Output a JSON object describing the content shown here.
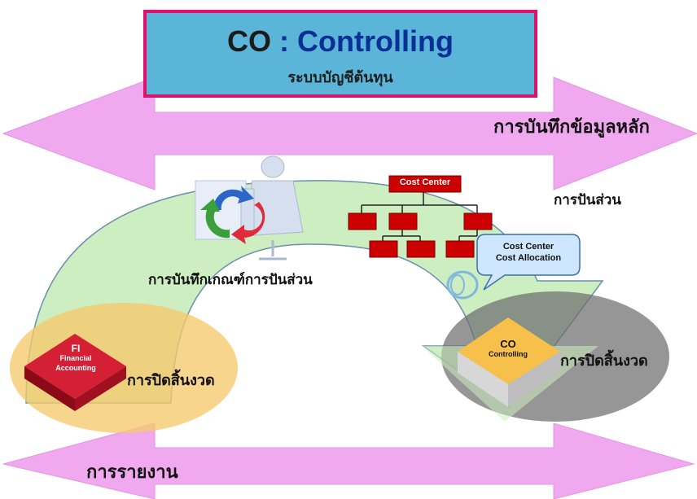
{
  "title": {
    "prefix": "CO",
    "separator": " : ",
    "main": "Controlling",
    "subtitle": "ระบบบัญชีต้นทุน"
  },
  "arrows": {
    "top_label": "การบันทึกข้อมูลหลัก",
    "bottom_label": "การรายงาน"
  },
  "labels": {
    "allocation_label": "การปันส่วน",
    "allocation_rule_label": "การบันทึกเกณฑ์การปันส่วน",
    "fi_closing_label": "การปิดสิ้นงวด",
    "co_closing_label": "การปิดสิ้นงวด"
  },
  "org_chart": {
    "root_label": "Cost Center"
  },
  "callout": {
    "line1": "Cost Center",
    "line2": "Cost Allocation"
  },
  "fi_box": {
    "abbr": "FI",
    "line1": "Financial",
    "line2": "Accounting"
  },
  "co_box": {
    "abbr": "CO",
    "line1": "Controlling"
  },
  "colors": {
    "title_bg": "#5bb5d9",
    "title_border": "#e0116d",
    "arrow_fill": "#f0a8ef",
    "arc_fill": "#cdeec0",
    "fi_box": "#c8102e",
    "co_box": "#f7c04a",
    "org_box": "#cc0000"
  }
}
